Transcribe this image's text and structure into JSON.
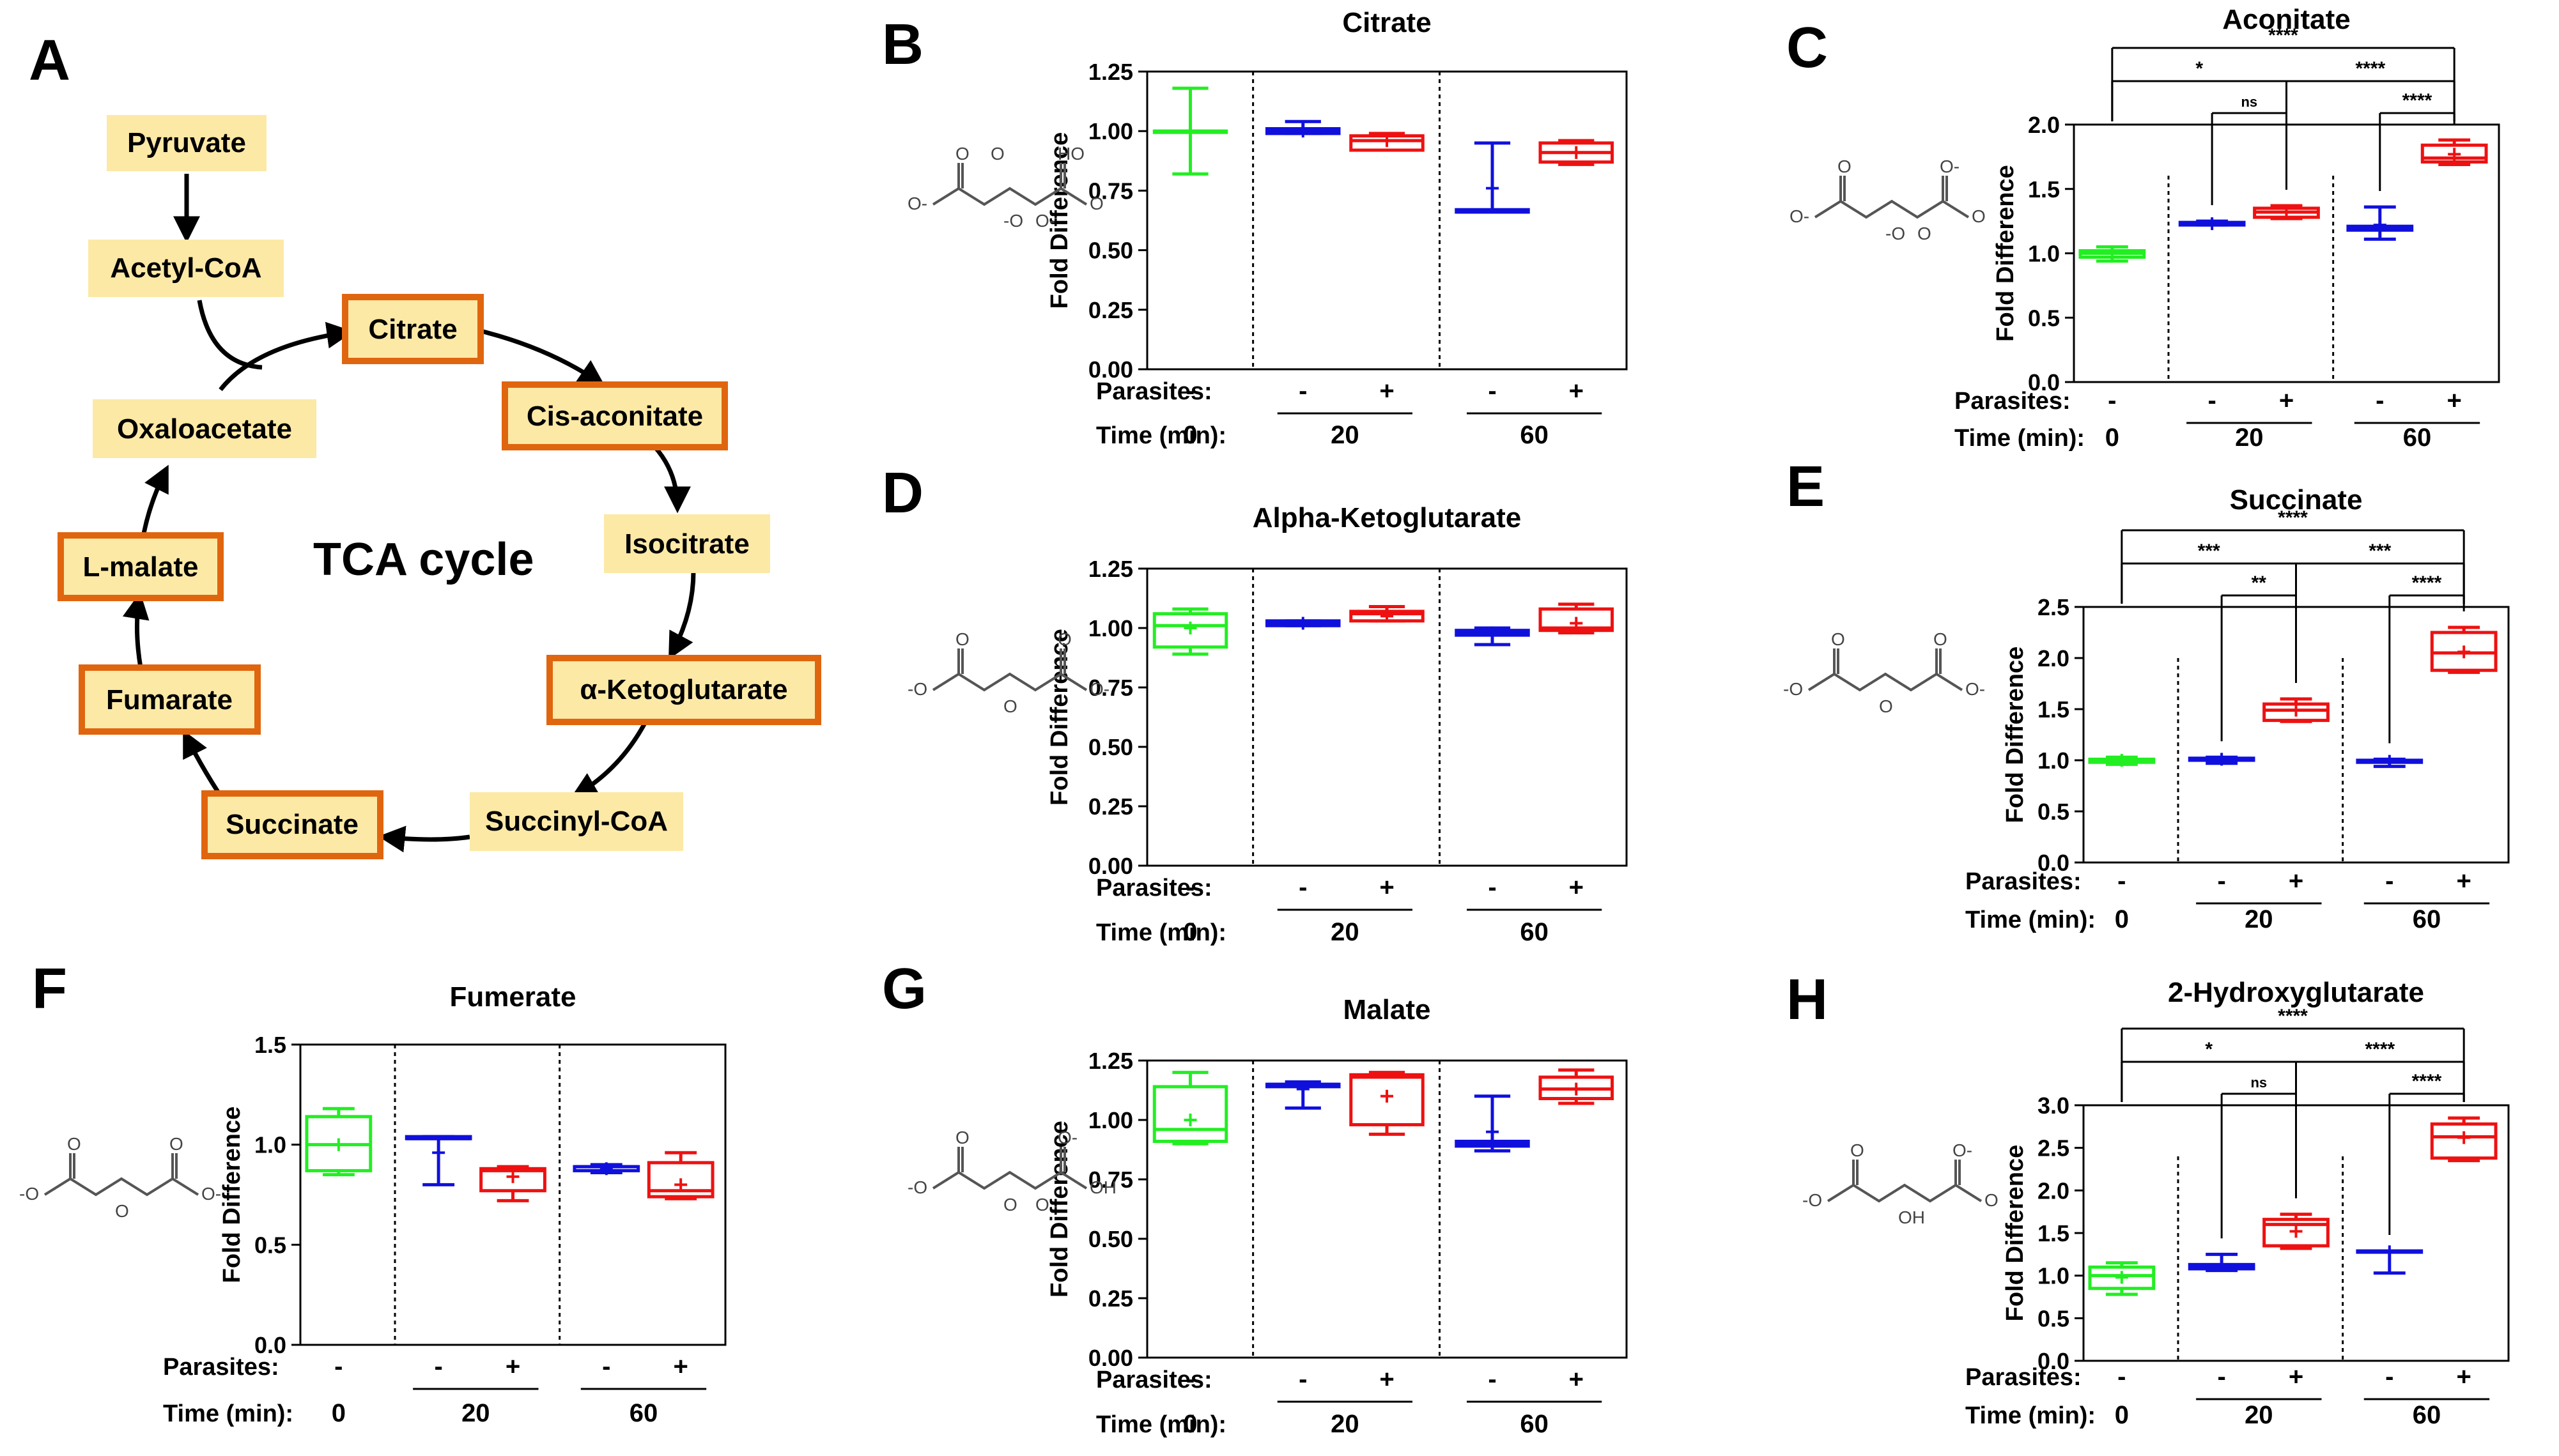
{
  "colors": {
    "control": "#22ee22",
    "blue": "#1010dd",
    "red": "#ee1111",
    "box_fill": "#fde9a6",
    "box_border": "#e0650f",
    "mol": "#555555"
  },
  "panelA": {
    "letter": "A",
    "center_label": "TCA cycle",
    "nodes": [
      {
        "key": "pyruvate",
        "label": "Pyruvate",
        "highlight": false
      },
      {
        "key": "acetylcoa",
        "label": "Acetyl-CoA",
        "highlight": false
      },
      {
        "key": "citrate",
        "label": "Citrate",
        "highlight": true
      },
      {
        "key": "cisaconitate",
        "label": "Cis-aconitate",
        "highlight": true
      },
      {
        "key": "isocitrate",
        "label": "Isocitrate",
        "highlight": false
      },
      {
        "key": "aketo",
        "label": "α-Ketoglutarate",
        "highlight": true
      },
      {
        "key": "succinylcoa",
        "label": "Succinyl-CoA",
        "highlight": false
      },
      {
        "key": "succinate",
        "label": "Succinate",
        "highlight": true
      },
      {
        "key": "fumarate",
        "label": "Fumarate",
        "highlight": true
      },
      {
        "key": "lmalate",
        "label": "L-malate",
        "highlight": true
      },
      {
        "key": "oxaloacetate",
        "label": "Oxaloacetate",
        "highlight": false
      }
    ]
  },
  "chart_data": [
    {
      "panel": "B",
      "title": "Citrate",
      "type": "box",
      "ylabel": "Fold Difference",
      "ylim": [
        0,
        1.25
      ],
      "ticks": [
        "0.00",
        "0.25",
        "0.50",
        "0.75",
        "1.00",
        "1.25"
      ],
      "tick_values": [
        0,
        0.25,
        0.5,
        0.75,
        1.0,
        1.25
      ],
      "parasites_label": "Parasites:",
      "time_label": "Time (min):",
      "groups": [
        {
          "parasites": "-",
          "time": "0",
          "color": "control",
          "min": 0.82,
          "q1": 1.0,
          "median": 1.0,
          "q3": 1.0,
          "max": 1.18,
          "mean": 1.0
        },
        {
          "parasites": "-",
          "time": "20",
          "color": "blue",
          "min": 0.99,
          "q1": 0.99,
          "median": 1.0,
          "q3": 1.01,
          "max": 1.04,
          "mean": 1.0
        },
        {
          "parasites": "+",
          "time": "20",
          "color": "red",
          "min": 0.92,
          "q1": 0.92,
          "median": 0.96,
          "q3": 0.98,
          "max": 0.99,
          "mean": 0.96
        },
        {
          "parasites": "-",
          "time": "60",
          "color": "blue",
          "min": 0.66,
          "q1": 0.66,
          "median": 0.66,
          "q3": 0.67,
          "max": 0.95,
          "mean": 0.76
        },
        {
          "parasites": "+",
          "time": "60",
          "color": "red",
          "min": 0.86,
          "q1": 0.87,
          "median": 0.91,
          "q3": 0.95,
          "max": 0.96,
          "mean": 0.91
        }
      ],
      "time_groups": [
        "0",
        "20",
        "60"
      ],
      "significance": []
    },
    {
      "panel": "C",
      "title": "Aconitate",
      "type": "box",
      "ylabel": "Fold Difference",
      "ylim": [
        0,
        2.0
      ],
      "ticks": [
        "0.0",
        "0.5",
        "1.0",
        "1.5",
        "2.0"
      ],
      "tick_values": [
        0,
        0.5,
        1.0,
        1.5,
        2.0
      ],
      "parasites_label": "Parasites:",
      "time_label": "Time (min):",
      "groups": [
        {
          "parasites": "-",
          "time": "0",
          "color": "control",
          "min": 0.94,
          "q1": 0.97,
          "median": 1.0,
          "q3": 1.02,
          "max": 1.05,
          "mean": 1.0
        },
        {
          "parasites": "-",
          "time": "20",
          "color": "blue",
          "min": 1.22,
          "q1": 1.22,
          "median": 1.23,
          "q3": 1.24,
          "max": 1.25,
          "mean": 1.23
        },
        {
          "parasites": "+",
          "time": "20",
          "color": "red",
          "min": 1.27,
          "q1": 1.28,
          "median": 1.32,
          "q3": 1.35,
          "max": 1.37,
          "mean": 1.32
        },
        {
          "parasites": "-",
          "time": "60",
          "color": "blue",
          "min": 1.11,
          "q1": 1.18,
          "median": 1.19,
          "q3": 1.21,
          "max": 1.36,
          "mean": 1.22
        },
        {
          "parasites": "+",
          "time": "60",
          "color": "red",
          "min": 1.69,
          "q1": 1.71,
          "median": 1.74,
          "q3": 1.84,
          "max": 1.88,
          "mean": 1.77
        }
      ],
      "time_groups": [
        "0",
        "20",
        "60"
      ],
      "significance": [
        {
          "from": 0,
          "to": 4,
          "label": "****",
          "level": 3
        },
        {
          "from": 0,
          "to": 2,
          "label": "*",
          "level": 2
        },
        {
          "from": 2,
          "to": 4,
          "label": "****",
          "level": 2
        },
        {
          "from": 1,
          "to": 2,
          "label": "ns",
          "level": 1
        },
        {
          "from": 3,
          "to": 4,
          "label": "****",
          "level": 1
        }
      ]
    },
    {
      "panel": "D",
      "title": "Alpha-Ketoglutarate",
      "type": "box",
      "ylabel": "Fold Difference",
      "ylim": [
        0,
        1.25
      ],
      "ticks": [
        "0.00",
        "0.25",
        "0.50",
        "0.75",
        "1.00",
        "1.25"
      ],
      "tick_values": [
        0,
        0.25,
        0.5,
        0.75,
        1.0,
        1.25
      ],
      "parasites_label": "Parasites:",
      "time_label": "Time (min):",
      "groups": [
        {
          "parasites": "-",
          "time": "0",
          "color": "control",
          "min": 0.89,
          "q1": 0.92,
          "median": 1.01,
          "q3": 1.06,
          "max": 1.08,
          "mean": 1.0
        },
        {
          "parasites": "-",
          "time": "20",
          "color": "blue",
          "min": 1.01,
          "q1": 1.01,
          "median": 1.02,
          "q3": 1.03,
          "max": 1.03,
          "mean": 1.02
        },
        {
          "parasites": "+",
          "time": "20",
          "color": "red",
          "min": 1.03,
          "q1": 1.03,
          "median": 1.06,
          "q3": 1.07,
          "max": 1.09,
          "mean": 1.05
        },
        {
          "parasites": "-",
          "time": "60",
          "color": "blue",
          "min": 0.93,
          "q1": 0.97,
          "median": 0.98,
          "q3": 0.99,
          "max": 1.0,
          "mean": 0.98
        },
        {
          "parasites": "+",
          "time": "60",
          "color": "red",
          "min": 0.98,
          "q1": 0.99,
          "median": 1.0,
          "q3": 1.08,
          "max": 1.1,
          "mean": 1.02
        }
      ],
      "time_groups": [
        "0",
        "20",
        "60"
      ],
      "significance": []
    },
    {
      "panel": "E",
      "title": "Succinate",
      "type": "box",
      "ylabel": "Fold Difference",
      "ylim": [
        0,
        2.5
      ],
      "ticks": [
        "0.0",
        "0.5",
        "1.0",
        "1.5",
        "2.0",
        "2.5"
      ],
      "tick_values": [
        0,
        0.5,
        1.0,
        1.5,
        2.0,
        2.5
      ],
      "parasites_label": "Parasites:",
      "time_label": "Time (min):",
      "groups": [
        {
          "parasites": "-",
          "time": "0",
          "color": "control",
          "min": 0.96,
          "q1": 0.98,
          "median": 1.0,
          "q3": 1.01,
          "max": 1.03,
          "mean": 1.0
        },
        {
          "parasites": "-",
          "time": "20",
          "color": "blue",
          "min": 0.97,
          "q1": 1.0,
          "median": 1.01,
          "q3": 1.02,
          "max": 1.03,
          "mean": 1.01
        },
        {
          "parasites": "+",
          "time": "20",
          "color": "red",
          "min": 1.38,
          "q1": 1.39,
          "median": 1.49,
          "q3": 1.55,
          "max": 1.6,
          "mean": 1.49
        },
        {
          "parasites": "-",
          "time": "60",
          "color": "blue",
          "min": 0.94,
          "q1": 0.98,
          "median": 0.99,
          "q3": 1.0,
          "max": 1.01,
          "mean": 0.99
        },
        {
          "parasites": "+",
          "time": "60",
          "color": "red",
          "min": 1.86,
          "q1": 1.88,
          "median": 2.05,
          "q3": 2.25,
          "max": 2.3,
          "mean": 2.06
        }
      ],
      "time_groups": [
        "0",
        "20",
        "60"
      ],
      "significance": [
        {
          "from": 0,
          "to": 4,
          "label": "****",
          "level": 3
        },
        {
          "from": 0,
          "to": 2,
          "label": "***",
          "level": 2
        },
        {
          "from": 2,
          "to": 4,
          "label": "***",
          "level": 2
        },
        {
          "from": 1,
          "to": 2,
          "label": "**",
          "level": 1
        },
        {
          "from": 3,
          "to": 4,
          "label": "****",
          "level": 1
        }
      ]
    },
    {
      "panel": "F",
      "title": "Fumerate",
      "type": "box",
      "ylabel": "Fold Difference",
      "ylim": [
        0,
        1.5
      ],
      "ticks": [
        "0.0",
        "0.5",
        "1.0",
        "1.5"
      ],
      "tick_values": [
        0,
        0.5,
        1.0,
        1.5
      ],
      "parasites_label": "Parasites:",
      "time_label": "Time (min):",
      "groups": [
        {
          "parasites": "-",
          "time": "0",
          "color": "control",
          "min": 0.85,
          "q1": 0.87,
          "median": 1.0,
          "q3": 1.14,
          "max": 1.18,
          "mean": 1.0
        },
        {
          "parasites": "-",
          "time": "20",
          "color": "blue",
          "min": 0.8,
          "q1": 1.03,
          "median": 1.03,
          "q3": 1.04,
          "max": 1.04,
          "mean": 0.96
        },
        {
          "parasites": "+",
          "time": "20",
          "color": "red",
          "min": 0.72,
          "q1": 0.77,
          "median": 0.87,
          "q3": 0.88,
          "max": 0.89,
          "mean": 0.84
        },
        {
          "parasites": "-",
          "time": "60",
          "color": "blue",
          "min": 0.86,
          "q1": 0.87,
          "median": 0.89,
          "q3": 0.89,
          "max": 0.9,
          "mean": 0.88
        },
        {
          "parasites": "+",
          "time": "60",
          "color": "red",
          "min": 0.73,
          "q1": 0.74,
          "median": 0.77,
          "q3": 0.91,
          "max": 0.96,
          "mean": 0.8
        }
      ],
      "time_groups": [
        "0",
        "20",
        "60"
      ],
      "significance": []
    },
    {
      "panel": "G",
      "title": "Malate",
      "type": "box",
      "ylabel": "Fold Difference",
      "ylim": [
        0,
        1.25
      ],
      "ticks": [
        "0.00",
        "0.25",
        "0.50",
        "0.75",
        "1.00",
        "1.25"
      ],
      "tick_values": [
        0,
        0.25,
        0.5,
        0.75,
        1.0,
        1.25
      ],
      "parasites_label": "Parasites:",
      "time_label": "Time (min):",
      "groups": [
        {
          "parasites": "-",
          "time": "0",
          "color": "control",
          "min": 0.9,
          "q1": 0.91,
          "median": 0.96,
          "q3": 1.14,
          "max": 1.2,
          "mean": 1.0
        },
        {
          "parasites": "-",
          "time": "20",
          "color": "blue",
          "min": 1.05,
          "q1": 1.14,
          "median": 1.15,
          "q3": 1.15,
          "max": 1.16,
          "mean": 1.13
        },
        {
          "parasites": "+",
          "time": "20",
          "color": "red",
          "min": 0.94,
          "q1": 0.98,
          "median": 1.18,
          "q3": 1.19,
          "max": 1.2,
          "mean": 1.1
        },
        {
          "parasites": "-",
          "time": "60",
          "color": "blue",
          "min": 0.87,
          "q1": 0.89,
          "median": 0.9,
          "q3": 0.91,
          "max": 1.1,
          "mean": 0.95
        },
        {
          "parasites": "+",
          "time": "60",
          "color": "red",
          "min": 1.07,
          "q1": 1.09,
          "median": 1.13,
          "q3": 1.18,
          "max": 1.21,
          "mean": 1.13
        }
      ],
      "time_groups": [
        "0",
        "20",
        "60"
      ],
      "significance": []
    },
    {
      "panel": "H",
      "title": "2-Hydroxyglutarate",
      "type": "box",
      "ylabel": "Fold Difference",
      "ylim": [
        0,
        3.0
      ],
      "ticks": [
        "0.0",
        "0.5",
        "1.0",
        "1.5",
        "2.0",
        "2.5",
        "3.0"
      ],
      "tick_values": [
        0,
        0.5,
        1.0,
        1.5,
        2.0,
        2.5,
        3.0
      ],
      "parasites_label": "Parasites:",
      "time_label": "Time (min):",
      "groups": [
        {
          "parasites": "-",
          "time": "0",
          "color": "control",
          "min": 0.78,
          "q1": 0.85,
          "median": 1.0,
          "q3": 1.1,
          "max": 1.15,
          "mean": 0.98
        },
        {
          "parasites": "-",
          "time": "20",
          "color": "blue",
          "min": 1.06,
          "q1": 1.08,
          "median": 1.1,
          "q3": 1.13,
          "max": 1.25,
          "mean": 1.12
        },
        {
          "parasites": "+",
          "time": "20",
          "color": "red",
          "min": 1.32,
          "q1": 1.35,
          "median": 1.6,
          "q3": 1.66,
          "max": 1.72,
          "mean": 1.52
        },
        {
          "parasites": "-",
          "time": "60",
          "color": "blue",
          "min": 1.03,
          "q1": 1.28,
          "median": 1.28,
          "q3": 1.29,
          "max": 1.29,
          "mean": 1.28
        },
        {
          "parasites": "+",
          "time": "60",
          "color": "red",
          "min": 2.35,
          "q1": 2.38,
          "median": 2.63,
          "q3": 2.78,
          "max": 2.85,
          "mean": 2.62
        }
      ],
      "time_groups": [
        "0",
        "20",
        "60"
      ],
      "significance": [
        {
          "from": 0,
          "to": 4,
          "label": "****",
          "level": 3
        },
        {
          "from": 0,
          "to": 2,
          "label": "*",
          "level": 2
        },
        {
          "from": 2,
          "to": 4,
          "label": "****",
          "level": 2
        },
        {
          "from": 1,
          "to": 2,
          "label": "ns",
          "level": 1
        },
        {
          "from": 3,
          "to": 4,
          "label": "****",
          "level": 1
        }
      ]
    }
  ],
  "molecules": {
    "B": {
      "labels": [
        "O",
        "O-",
        "-O",
        "O",
        "HO",
        "O-",
        "O"
      ]
    },
    "C": {
      "labels": [
        "O",
        "O-",
        "-O",
        "O",
        "O-",
        "O"
      ]
    },
    "D": {
      "labels": [
        "O",
        "-O",
        "O",
        "O-",
        "O"
      ]
    },
    "E": {
      "labels": [
        "O",
        "-O",
        "O",
        "O-",
        "O"
      ]
    },
    "F": {
      "labels": [
        "O",
        "-O",
        "O",
        "O-",
        "O"
      ]
    },
    "G": {
      "labels": [
        "O",
        "-O",
        "O",
        "OH",
        "O-",
        "O"
      ]
    },
    "H": {
      "labels": [
        "O",
        "-O",
        "OH",
        "O",
        "O-"
      ]
    }
  }
}
